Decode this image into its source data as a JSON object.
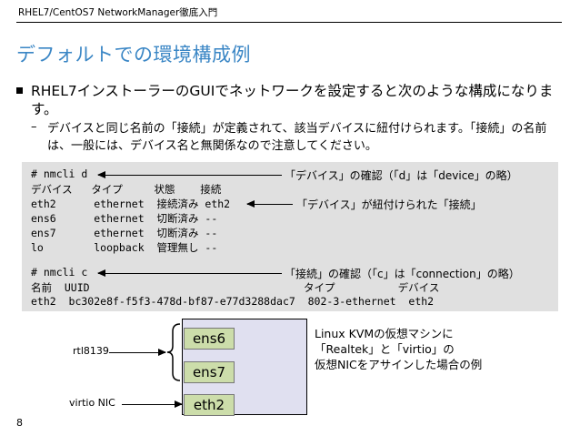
{
  "header": {
    "title": "RHEL7/CentOS7 NetworkManager徹底入門"
  },
  "slide": {
    "title": "デフォルトでの環境構成例",
    "page_number": "8"
  },
  "bullet": {
    "text": "RHEL7インストーラーのGUIでネットワークを設定すると次のような構成になります。",
    "sub_dash": "–",
    "sub_text": "デバイスと同じ名前の「接続」が定義されて、該当デバイスに紐付けられます。「接続」の名前は、一般には、デバイス名と無関係なので注意してください。"
  },
  "code": {
    "lines": [
      "# nmcli d",
      "デバイス   タイプ     状態    接続",
      "eth2      ethernet  接続済み eth2",
      "ens6      ethernet  切断済み --",
      "ens7      ethernet  切断済み --",
      "lo        loopback  管理無し --",
      "",
      "# nmcli c",
      "名前  UUID                                  タイプ          デバイス",
      "eth2  bc302e8f-f5f3-478d-bf87-e77d3288dac7  802-3-ethernet  eth2"
    ],
    "notes": {
      "device_cmd": "「デバイス」の確認（「d」は「device」の略）",
      "device_link": "「デバイス」が紐付けられた「接続」",
      "connection_cmd": "「接続」の確認（「c」は「connection」の略）"
    }
  },
  "diagram": {
    "nics": [
      "ens6",
      "ens7",
      "eth2"
    ],
    "labels": {
      "rtl8139": "rtl8139",
      "virtio": "virtio NIC"
    },
    "description": [
      "Linux KVMの仮想マシンに",
      "「Realtek」と「virtio」の",
      "仮想NICをアサインした場合の例"
    ]
  },
  "colors": {
    "title": "#3a86c5",
    "code_bg": "#e0e0e0",
    "vm_bg": "#e0e0f0",
    "nic_bg": "#ccddaa"
  }
}
